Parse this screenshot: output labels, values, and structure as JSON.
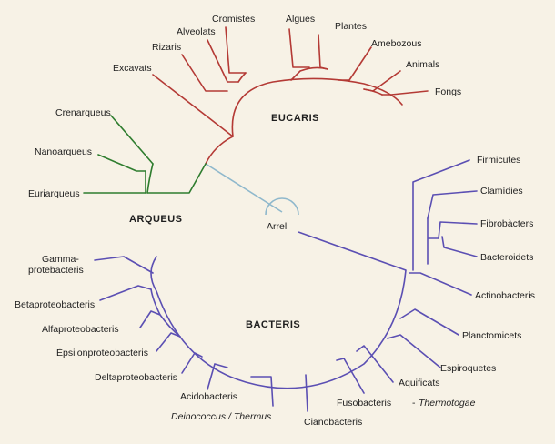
{
  "groups": {
    "eucaris": "EUCARIS",
    "arqueus": "ARQUEUS",
    "bacteris": "BACTERIS"
  },
  "root_label": "Arrel",
  "eukaryotes": {
    "color": "#b43a35",
    "taxa": [
      "Excavats",
      "Rizaris",
      "Alveolats",
      "Cromistes",
      "Algues",
      "Plantes",
      "Amebozous",
      "Animals",
      "Fongs"
    ]
  },
  "archaea": {
    "color": "#2f7d2f",
    "taxa": [
      "Crenarqueus",
      "Nanoarqueus",
      "Euriarqueus"
    ]
  },
  "bacteria": {
    "color": "#5b4fb3",
    "taxa": {
      "firmicutes": "Firmicutes",
      "clamidies": "Clamídies",
      "fibrobacters": "Fibrobàcters",
      "bacteroidets": "Bacteroidets",
      "actinobacteris": "Actinobacteris",
      "planctomicets": "Planctomicets",
      "espiroquetes": "Espiroquetes",
      "aquificats": "Aquificats",
      "fusobacteris": "Fusobacteris",
      "thermotogae": "Thermotogae",
      "cianobacteris": "Cianobacteris",
      "deinococcus": "Deinococcus / Thermus",
      "acidobacteris": "Acidobacteris",
      "deltaproteobacteris": "Deltaproteobacteris",
      "epsilonproteobacteris": "Èpsilonproteobacteris",
      "alfaproteobacteris": "Alfaproteobacteris",
      "betaproteobacteris": "Betaproteobacteris",
      "gamma_line1": "Gamma-",
      "gamma_line2": "protebacteris"
    }
  },
  "root_color": "#8fb8cc"
}
